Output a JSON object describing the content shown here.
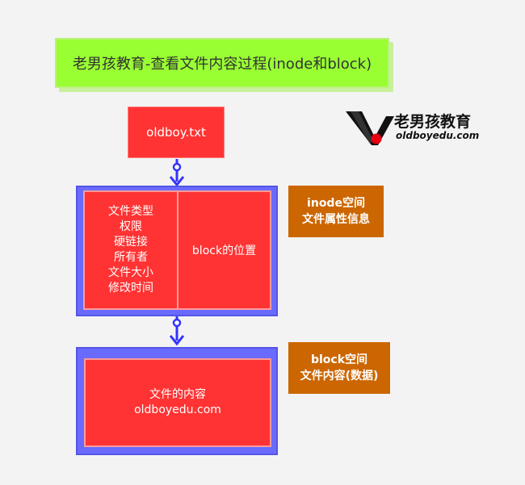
{
  "title": "老男孩教育-查看文件内容过程(inode和block)",
  "file": {
    "name": "oldboy.txt"
  },
  "inode": {
    "attributes": [
      "文件类型",
      "权限",
      "硬链接",
      "所有者",
      "文件大小",
      "修改时间"
    ],
    "block_position": "block的位置",
    "label_line1": "inode空间",
    "label_line2": "文件属性信息"
  },
  "block": {
    "content_line1": "文件的内容",
    "content_line2": "oldboyedu.com",
    "label_line1": "block空间",
    "label_line2": "文件内容(数据)"
  },
  "logo": {
    "name": "老男孩教育",
    "domain": "oldboyedu.com"
  },
  "colors": {
    "title_bg": "#99ff33",
    "box_red": "#ff3333",
    "frame_blue": "#6a6aff",
    "label_orange": "#cc6600",
    "connector": "#3333ff"
  }
}
